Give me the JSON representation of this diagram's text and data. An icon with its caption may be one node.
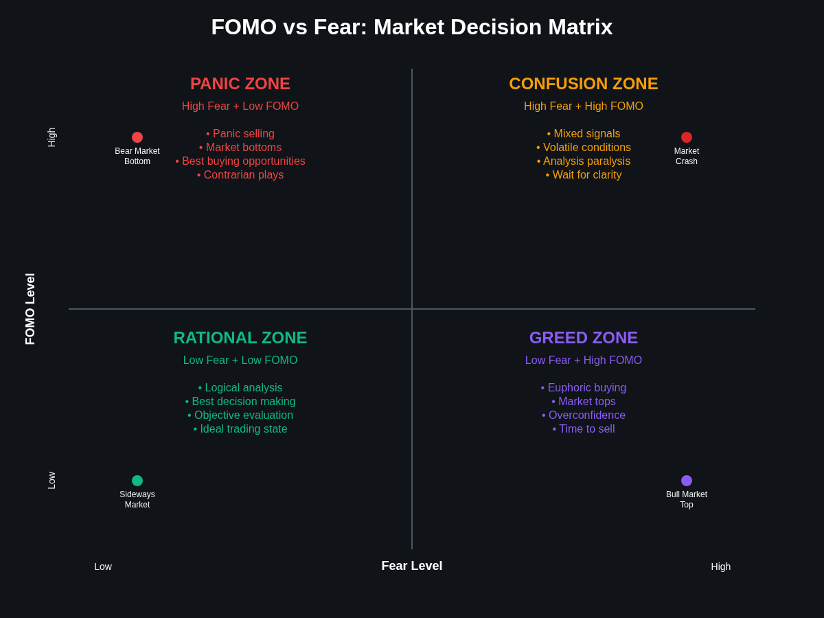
{
  "diagram": {
    "title": "FOMO vs Fear: Market Decision Matrix",
    "nodes": [
      {
        "text": [
          "PANIC ZONE",
          "High Fear + Low FOMO",
          "• Panic selling",
          "• Market bottoms",
          "• Best buying opportunities",
          "• Contrarian plays"
        ]
      },
      {
        "text": [],
        "shape": "circle",
        "beside": [
          "Bear Market Bottom"
        ],
        "in": 0
      },
      {
        "text": [
          "CONFUSION ZONE",
          "High Fear + High FOMO",
          "• Mixed signals",
          "• Volatile conditions",
          "• Analysis paralysis",
          "• Wait for clarity"
        ]
      },
      {
        "text": [],
        "shape": "circle",
        "beside": [
          "Market Crash"
        ],
        "in": 2
      },
      {
        "text": [
          "RATIONAL ZONE",
          "Low Fear + Low FOMO",
          "• Logical analysis",
          "• Best decision making",
          "• Objective evaluation",
          "• Ideal trading state"
        ]
      },
      {
        "text": [],
        "shape": "circle",
        "beside": [
          "Sideways Market"
        ],
        "in": 4
      },
      {
        "text": [
          "GREED ZONE",
          "Low Fear + High FOMO",
          "• Euphoric buying",
          "• Market tops",
          "• Overconfidence",
          "• Time to sell"
        ]
      },
      {
        "text": [],
        "shape": "circle",
        "beside": [
          "Bull Market Top"
        ],
        "in": 6
      }
    ],
    "labels": [
      "High",
      "FOMO Level",
      "Low",
      "Low",
      "Fear Level",
      "High"
    ]
  }
}
